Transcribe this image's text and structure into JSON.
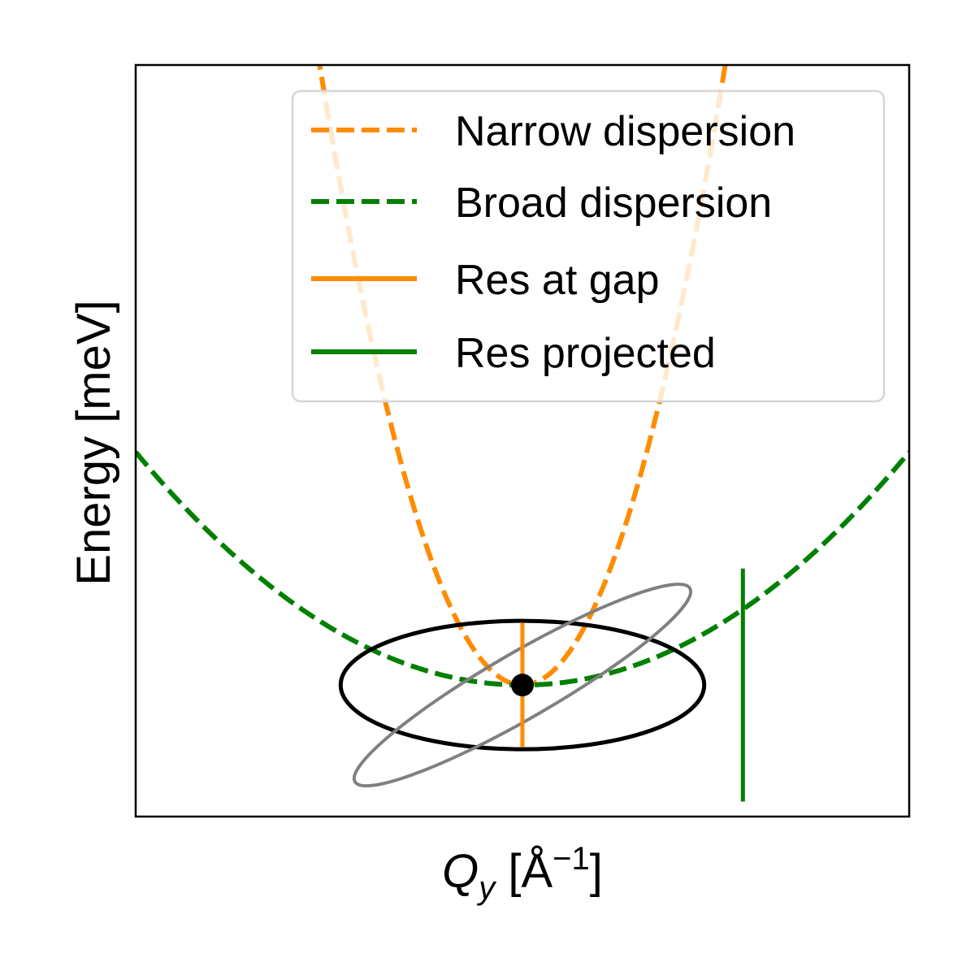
{
  "chart_data": {
    "type": "line",
    "xlabel": {
      "main": "Q",
      "sub": "y",
      "unit_open": " [Å",
      "unit_sup": "−1",
      "unit_close": "]"
    },
    "ylabel": "Energy [meV]",
    "xlim": [
      -1,
      1
    ],
    "ylim": [
      -1,
      1
    ],
    "xticks": [],
    "yticks": [],
    "grid": false,
    "legend_position": "upper right",
    "series": [
      {
        "name": "Narrow dispersion",
        "kind": "curve",
        "style": "dashed",
        "color": "#ff8c00",
        "formula": "E = E0 + a*q^2",
        "params": {
          "E0": -0.65,
          "a": 6.0
        }
      },
      {
        "name": "Broad dispersion",
        "kind": "curve",
        "style": "dashed",
        "color": "#008000",
        "formula": "E = E0 + a*q^2",
        "params": {
          "E0": -0.65,
          "a": 0.62
        }
      },
      {
        "name": "Res at gap",
        "kind": "vertical_segment",
        "style": "solid",
        "color": "#ff8c00",
        "x": 0.0,
        "y_range": [
          -0.816,
          -0.484
        ]
      },
      {
        "name": "Res projected",
        "kind": "vertical_segment",
        "style": "solid",
        "color": "#008000",
        "x": 0.57,
        "y_range": [
          -0.96,
          -0.34
        ]
      }
    ],
    "ellipses": [
      {
        "role": "resolution-ellipse",
        "color": "#000000",
        "center": [
          0.0,
          -0.65
        ],
        "semi_axes": [
          0.47,
          0.166
        ],
        "angle_deg": 0
      },
      {
        "role": "tilted-ellipse",
        "color": "#808080",
        "center": [
          0.0,
          -0.65
        ],
        "semi_axes": [
          0.5,
          0.085
        ],
        "angle_deg": 30
      }
    ],
    "point": {
      "role": "gap-point",
      "color": "#000000",
      "x": 0.0,
      "y": -0.65
    }
  }
}
